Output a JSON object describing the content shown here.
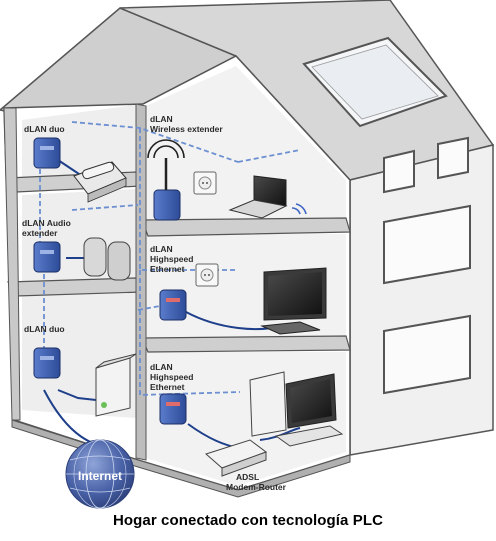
{
  "caption": "Hogar conectado con tecnología PLC",
  "labels": {
    "dlan_duo_top": [
      "dLAN duo"
    ],
    "wireless_extender": [
      "dLAN",
      "Wireless extender"
    ],
    "audio_extender": [
      "dLAN Audio",
      "extender"
    ],
    "highspeed_mid": [
      "dLAN",
      "Highspeed",
      "Ethernet"
    ],
    "dlan_duo_bottom": [
      "dLAN duo"
    ],
    "highspeed_bottom": [
      "dLAN",
      "Highspeed",
      "Ethernet"
    ],
    "adsl": [
      "ADSL",
      "Modem-Router"
    ],
    "internet": "Internet"
  },
  "colors": {
    "wall": "#dcdcdc",
    "wall_dark": "#8c8c8c",
    "room": "#ffffff",
    "adapter": "#3d5fae",
    "cable": "#1e3f8a",
    "powerline": "#4f7ac4",
    "globe": "#4a63a8"
  }
}
